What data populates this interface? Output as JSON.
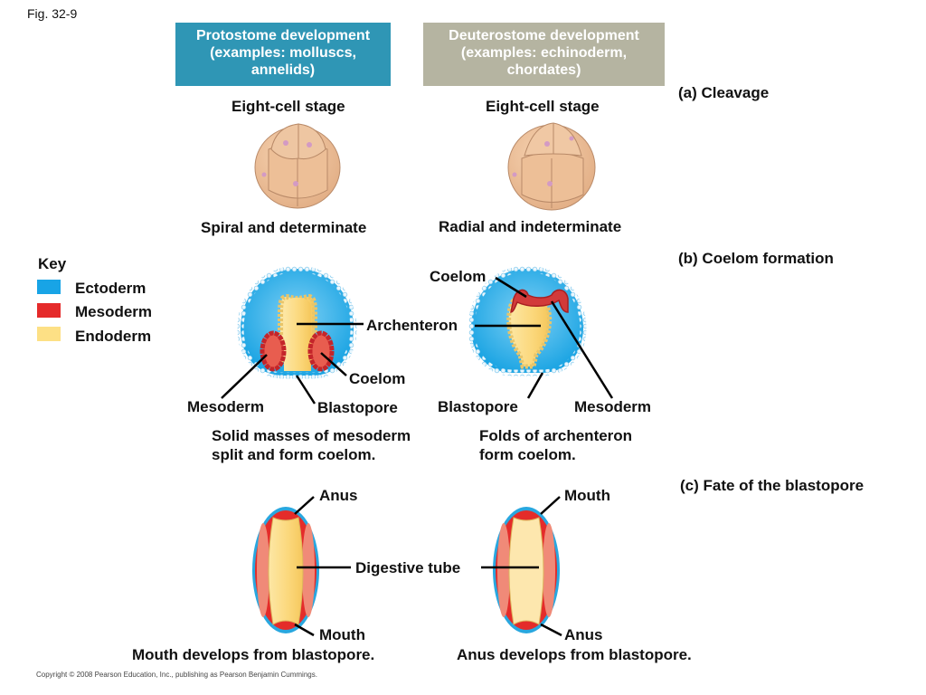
{
  "figure_label": "Fig. 32-9",
  "columns": {
    "protostome": {
      "header_line1": "Protostome development",
      "header_line2": "(examples: molluscs,",
      "header_line3": "annelids)",
      "color": "#2f96b5"
    },
    "deuterostome": {
      "header_line1": "Deuterostome development",
      "header_line2": "(examples: echinoderm,",
      "header_line3": "chordates)",
      "color": "#b5b4a1"
    }
  },
  "sections": {
    "cleavage": {
      "title": "(a) Cleavage",
      "protostome_stage": "Eight-cell stage",
      "deuterostome_stage": "Eight-cell stage",
      "protostome_type": "Spiral and determinate",
      "deuterostome_type": "Radial and indeterminate"
    },
    "coelom": {
      "title": "(b) Coelom formation",
      "labels": {
        "coelom_top": "Coelom",
        "archenteron": "Archenteron",
        "coelom_left": "Coelom",
        "mesoderm_left": "Mesoderm",
        "blastopore_left": "Blastopore",
        "blastopore_right": "Blastopore",
        "mesoderm_right": "Mesoderm"
      },
      "protostome_caption_line1": "Solid masses of mesoderm",
      "protostome_caption_line2": "split and form coelom.",
      "deuterostome_caption_line1": "Folds of archenteron",
      "deuterostome_caption_line2": "form coelom."
    },
    "blastopore": {
      "title": "(c) Fate of the blastopore",
      "labels": {
        "proto_top": "Anus",
        "proto_bottom": "Mouth",
        "deutero_top": "Mouth",
        "deutero_bottom": "Anus",
        "digestive_tube": "Digestive tube"
      },
      "protostome_caption": "Mouth develops from blastopore.",
      "deuterostome_caption": "Anus develops from blastopore."
    }
  },
  "key": {
    "title": "Key",
    "items": [
      {
        "label": "Ectoderm",
        "color": "#18a4e6"
      },
      {
        "label": "Mesoderm",
        "color": "#e52a2a"
      },
      {
        "label": "Endoderm",
        "color": "#fde085"
      }
    ]
  },
  "copyright": "Copyright © 2008 Pearson Education, Inc., publishing as Pearson Benjamin Cummings."
}
